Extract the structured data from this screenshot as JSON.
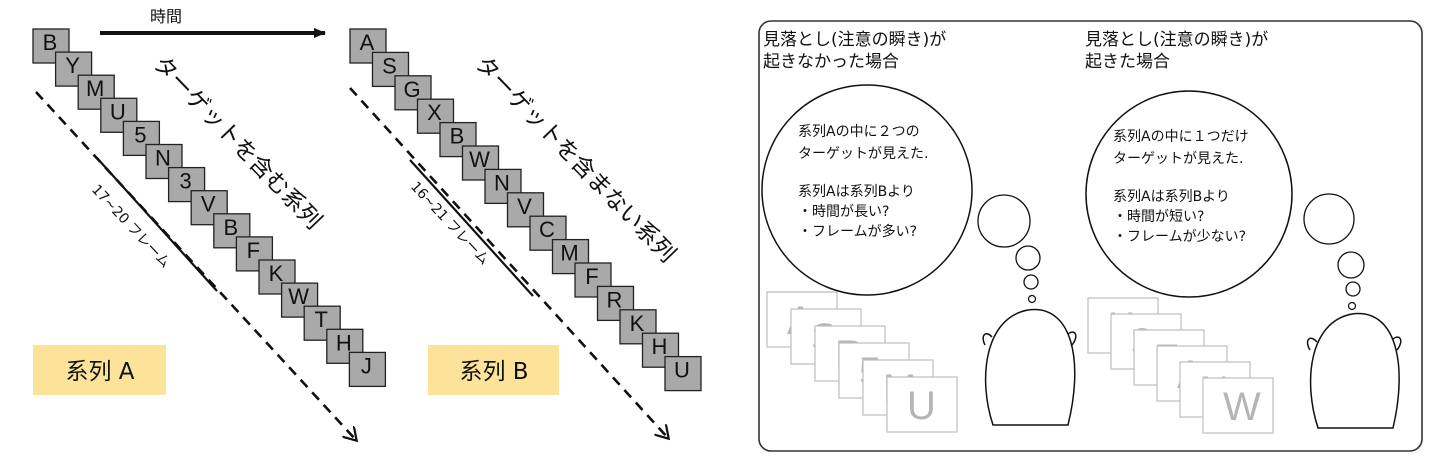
{
  "time_label": "時間",
  "seq_a": {
    "label": "系列 A",
    "frames_label": "17~20 フレーム",
    "target_label": "ターゲットを含む系列",
    "letters": [
      "B",
      "Y",
      "M",
      "U",
      "5",
      "N",
      "3",
      "V",
      "B",
      "F",
      "K",
      "W",
      "T",
      "H",
      "J"
    ]
  },
  "seq_b": {
    "label": "系列 B",
    "frames_label": "16~21 フレーム",
    "target_label": "ターゲットを含まない系列",
    "letters": [
      "A",
      "S",
      "G",
      "X",
      "B",
      "W",
      "N",
      "V",
      "C",
      "M",
      "F",
      "R",
      "K",
      "H",
      "U"
    ]
  },
  "panel": {
    "left": {
      "heading": [
        "見落とし(注意の瞬き)が",
        "起きなかった場合"
      ],
      "bubble": [
        "系列Aの中に２つの",
        "ターゲットが見えた.",
        "",
        "系列Aは系列Bより",
        "・時間が長い?",
        "・フレームが多い?"
      ],
      "ghost_letters": [
        "A",
        "S",
        "R",
        "5",
        "M",
        "U"
      ]
    },
    "right": {
      "heading": [
        "見落とし(注意の瞬き)が",
        "起きた場合"
      ],
      "bubble": [
        "系列Aの中に１つだけ",
        "ターゲットが見えた.",
        "",
        "系列Aは系列Bより",
        "・時間が短い?",
        "・フレームが少ない?"
      ],
      "ghost_letters": [
        "K",
        "3",
        "F",
        "A",
        "N",
        "W"
      ]
    }
  },
  "colors": {
    "frame_fill": "#a9a9a9",
    "label_bg": "#fde39a",
    "ghost": "#b5b5b5"
  }
}
